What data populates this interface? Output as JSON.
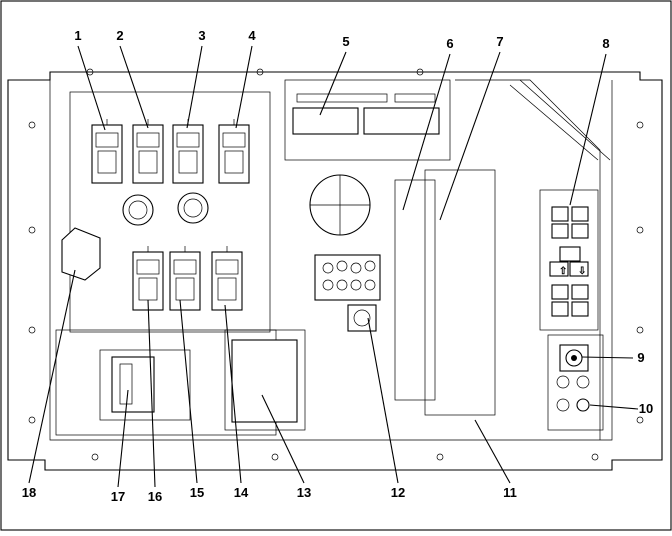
{
  "figure": {
    "callouts": [
      "1",
      "2",
      "3",
      "4",
      "5",
      "6",
      "7",
      "8",
      "9",
      "10",
      "11",
      "12",
      "13",
      "14",
      "15",
      "16",
      "17",
      "18"
    ]
  }
}
